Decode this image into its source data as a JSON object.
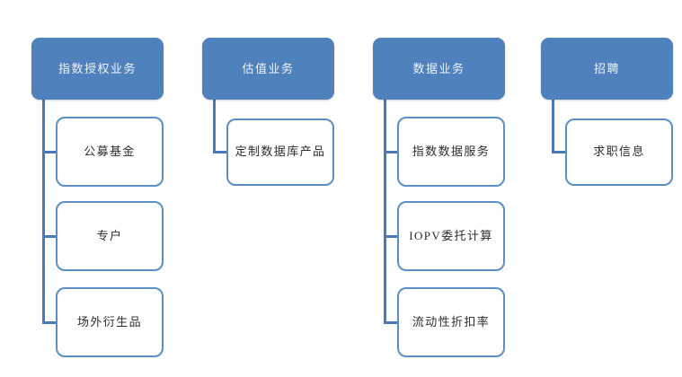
{
  "diagram": {
    "type": "org-tree",
    "title": "",
    "orientation": "horizontal-columns",
    "colors": {
      "header_fill": "#4f81bd",
      "header_text": "#eef3fa",
      "child_border": "#5b8fc4",
      "child_fill": "#ffffff",
      "child_text": "#2d2d2d",
      "connector": "#4a7ab5",
      "background": "#ffffff"
    },
    "columns": [
      {
        "id": "index-licensing",
        "header": "指数授权业务",
        "children": [
          "公募基金",
          "专户",
          "场外衍生品"
        ]
      },
      {
        "id": "valuation",
        "header": "估值业务",
        "children": [
          "定制数据库产品"
        ]
      },
      {
        "id": "data-business",
        "header": "数据业务",
        "children": [
          "指数数据服务",
          "IOPV委托计算",
          "流动性折扣率"
        ]
      },
      {
        "id": "recruitment",
        "header": "招聘",
        "children": [
          "求职信息"
        ]
      }
    ]
  }
}
